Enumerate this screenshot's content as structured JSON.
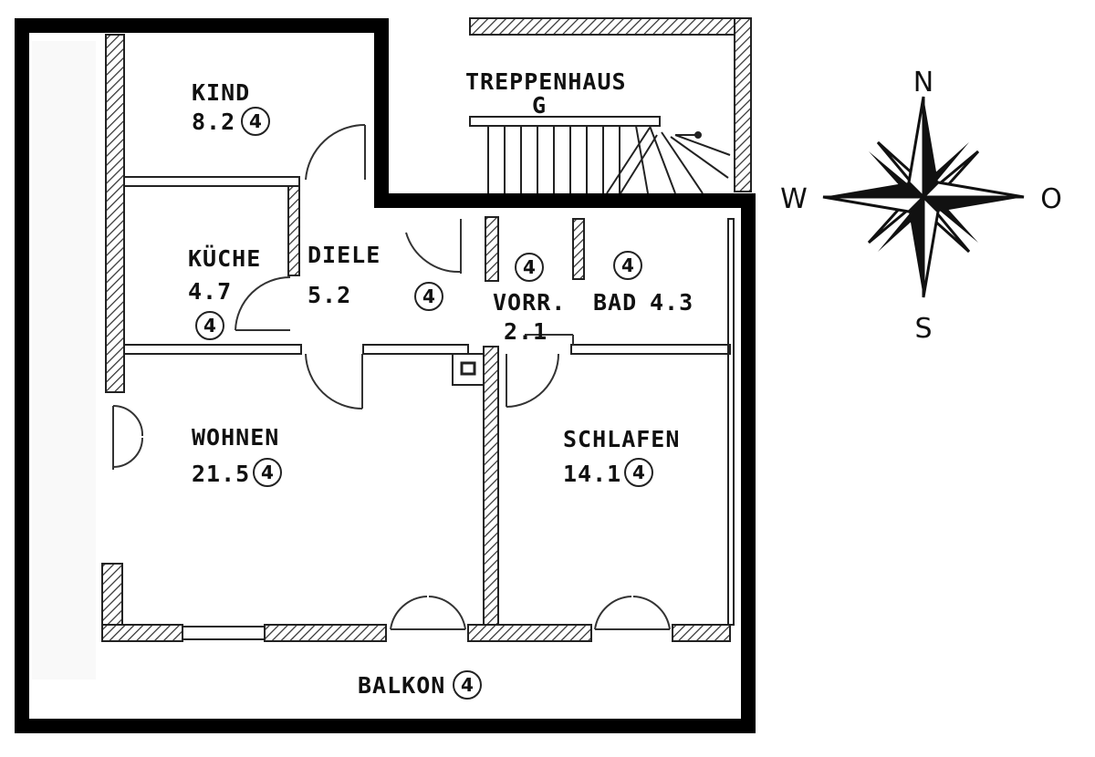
{
  "rooms": {
    "kind": {
      "name": "KIND",
      "area": "8.2",
      "mark": "4"
    },
    "treppenhaus": {
      "name": "TREPPENHAUS",
      "code": "G"
    },
    "kueche": {
      "name": "KÜCHE",
      "area": "4.7",
      "mark": "4"
    },
    "diele": {
      "name": "DIELE",
      "area": "5.2",
      "mark": "4"
    },
    "vorr": {
      "name": "VORR.",
      "area": "2.1",
      "mark": "4"
    },
    "bad": {
      "name": "BAD",
      "area": "4.3",
      "mark": "4"
    },
    "wohnen": {
      "name": "WOHNEN",
      "area": "21.5",
      "mark": "4"
    },
    "schlafen": {
      "name": "SCHLAFEN",
      "area": "14.1",
      "mark": "4"
    },
    "balkon": {
      "name": "BALKON",
      "mark": "4"
    }
  },
  "compass": {
    "north": "N",
    "south": "S",
    "west": "W",
    "east": "O"
  },
  "colors": {
    "ink": "#111111",
    "paper": "#ffffff",
    "outline": "#000000"
  }
}
